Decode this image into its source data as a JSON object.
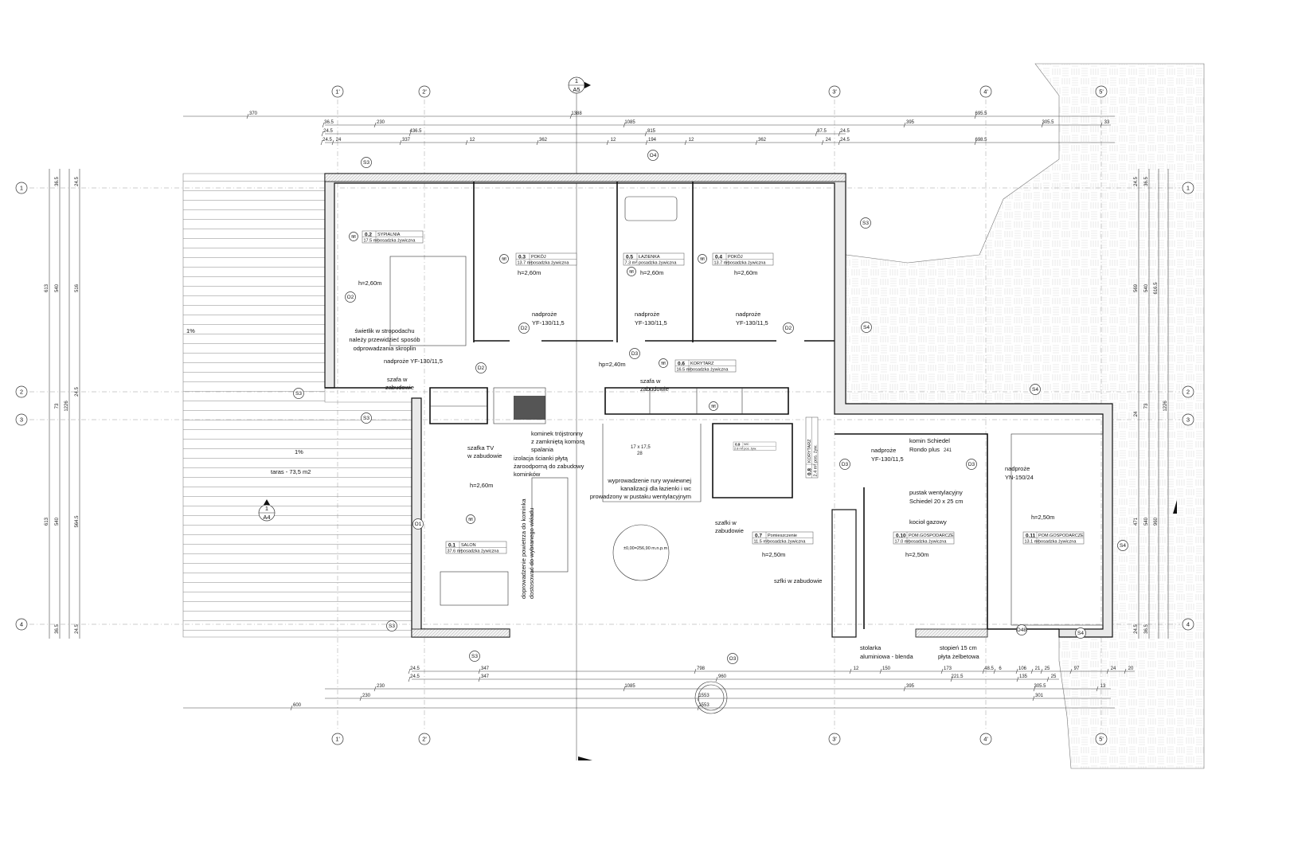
{
  "drawing": {
    "section_markers": [
      {
        "num": "1",
        "sheet": "A5"
      },
      {
        "num": "1",
        "sheet": "A4"
      }
    ],
    "axes_vertical": [
      "1'",
      "2'",
      "3'",
      "4'",
      "5'"
    ],
    "axes_horizontal": [
      "1",
      "2",
      "3",
      "4"
    ]
  },
  "dimensions": {
    "top": [
      [
        "370",
        "1388",
        "695.5"
      ],
      [
        "36.5",
        "230",
        "1085",
        "395",
        "305.5",
        "33"
      ],
      [
        "24.5",
        "436.5",
        "815",
        "87.5",
        "24.5"
      ],
      [
        "24.5",
        "24",
        "337",
        "12",
        "362",
        "12",
        "194",
        "12",
        "362",
        "24",
        "24.5",
        "698.5"
      ]
    ],
    "bottom": [
      [
        "24.5",
        "347",
        "798",
        "12",
        "150",
        "173",
        "48.5",
        "6",
        "106",
        "21",
        "25",
        "97",
        "24",
        "20"
      ],
      [
        "24.5",
        "347",
        "960",
        "221.5",
        "135",
        "25"
      ],
      [
        "230",
        "1085",
        "395",
        "305.5",
        "13"
      ],
      [
        "230",
        "1553",
        "301"
      ],
      [
        "600",
        "1553"
      ]
    ],
    "left": [
      [
        "613",
        "613"
      ],
      [
        "36.5",
        "540",
        "73",
        "540",
        "36.5"
      ],
      [
        "1226"
      ],
      [
        "24.5",
        "516",
        "24.5",
        "564.5",
        "24.5"
      ]
    ],
    "right": [
      [
        "24.5",
        "569",
        "24",
        "471",
        "24.5"
      ],
      [
        "36.5",
        "540",
        "73",
        "540",
        "36.5"
      ],
      [
        "616.5",
        "960"
      ],
      [
        "1226"
      ]
    ]
  },
  "rooms": [
    {
      "num": "0.2",
      "name": "SYPIALNIA",
      "area": "17.5 m²",
      "floor": "posadzka żywiczna",
      "height": "h=2,60m"
    },
    {
      "num": "0.3",
      "name": "POKÓJ",
      "area": "13.7 m²",
      "floor": "posadzka żywiczna",
      "height": "h=2,60m"
    },
    {
      "num": "0.5",
      "name": "ŁAZIENKA",
      "area": "7.3 m²",
      "floor": "posadzka żywiczna",
      "height": "h=2,60m"
    },
    {
      "num": "0.4",
      "name": "POKÓJ",
      "area": "13.7 m²",
      "floor": "posadzka żywiczna",
      "height": "h=2,60m"
    },
    {
      "num": "0.6",
      "name": "KORYTARZ",
      "area": "16.5 m²",
      "floor": "posadzka żywiczna",
      "height": "hp=2,40m"
    },
    {
      "num": "0.9",
      "name": "WC",
      "area": "2.8 m²",
      "floor": "pos. żyw."
    },
    {
      "num": "0.8",
      "name": "KORYTARZ",
      "area": "2.4 m²",
      "floor": "pos. żyw."
    },
    {
      "num": "0.7",
      "name": "Pomieszczenie",
      "area": "11.5 m²",
      "floor": "posadzka żywiczna",
      "height": "h=2,50m"
    },
    {
      "num": "0.1",
      "name": "SALON",
      "area": "37.6 m²",
      "floor": "posadzka żywiczna",
      "height": "h=2,60m"
    },
    {
      "num": "0.10",
      "name": "POM.GOSPODARCZE",
      "area": "17.0 m²",
      "floor": "posadzka żywiczna",
      "height": "h=2,50m"
    },
    {
      "num": "0.11",
      "name": "POM.GOSPODARCZE",
      "area": "13.1 m²",
      "floor": "posadzka żywiczna",
      "height": "h=2,50m"
    }
  ],
  "floor_symbol": "fifl",
  "notes": {
    "lintel_label": "nadproże",
    "lintel_yf": "YF-130/11,5",
    "lintel_yf_inline": "nadproże YF-130/11,5",
    "lintel_yn": "YN-150/24",
    "skylight": [
      "świetlik w stropodachu",
      "należy przewidzieć sposób",
      "odprowadzania skroplin"
    ],
    "wardrobe": [
      "szafa w",
      "zabudowie"
    ],
    "tv_cabinet": [
      "szafka TV",
      "w zabudowie"
    ],
    "fireplace": [
      "kominek trójstronny",
      "z zamkniętą komorą",
      "spalania"
    ],
    "insulation": [
      "izolacja ścianki płytą",
      "żaroodporną do zabudowy",
      "kominków"
    ],
    "vent_pipe": [
      "wyprowadzenie rury wywiewnej",
      "kanalizacji dla łazienki i wc",
      "prowadzony w pustaku wentylacyjnym"
    ],
    "air_supply": [
      "doprowadzenie powietrza do kominka",
      "dostosować do wybranego wkładu"
    ],
    "chimney": [
      "komin Schiedel",
      "Rondo plus",
      "241"
    ],
    "vent_block": [
      "pustak wentylacyjny",
      "Schiedel 20 x 25 cm"
    ],
    "boiler": "kocioł gazowy",
    "cabinets": [
      "szafki w",
      "zabudowie"
    ],
    "cabinets2": "szfki w zabudowie",
    "joinery": [
      "stolarka",
      "aluminiowa - blenda"
    ],
    "step": [
      "stopień 15 cm",
      "płyta żelbetowa"
    ],
    "terrace": "taras - 73,5 m2",
    "slope": "1%",
    "level": "±0,00=256,90 m.n.p.m",
    "stairs": [
      "17 x 17,5",
      "28"
    ]
  },
  "tags": {
    "doors": [
      "D2",
      "D2",
      "D3",
      "D2",
      "D3",
      "D3",
      "D48"
    ],
    "windows": [
      "O2",
      "O1",
      "O3",
      "O4"
    ],
    "walls": [
      "S3",
      "S3",
      "S3",
      "S3",
      "S3",
      "S3",
      "S4",
      "S4",
      "S4",
      "S4"
    ]
  }
}
